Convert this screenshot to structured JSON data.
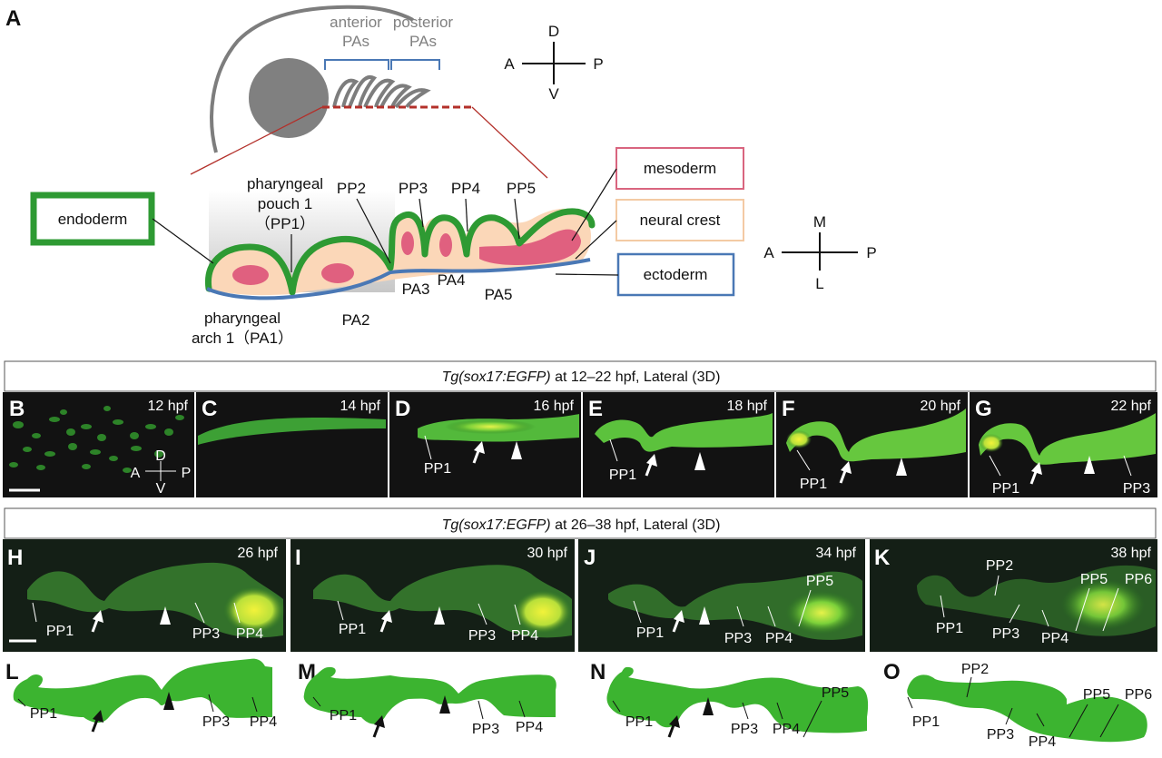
{
  "panel_a": {
    "letter": "A",
    "anterior_label": [
      "anterior",
      "PAs"
    ],
    "posterior_label": [
      "posterior",
      "PAs"
    ],
    "axes_top": {
      "d": "D",
      "v": "V",
      "a": "A",
      "p": "P"
    },
    "axes_mid": {
      "m": "M",
      "l": "L",
      "a": "A",
      "p": "P"
    },
    "boxes": {
      "endoderm": "endoderm",
      "mesoderm": "mesoderm",
      "neural_crest": "neural crest",
      "ectoderm": "ectoderm"
    },
    "pouch1": [
      "pharyngeal",
      "pouch  1",
      "（PP1）"
    ],
    "arch1": [
      "pharyngeal",
      "arch 1（PA1）"
    ],
    "pouch_labels": [
      "PP2",
      "PP3",
      "PP4",
      "PP5"
    ],
    "arch_labels": [
      "PA2",
      "PA3",
      "PA4",
      "PA5"
    ],
    "colors": {
      "endoderm": "#2e9a33",
      "mesoderm": "#e0607f",
      "neural_crest": "#fbd7b8",
      "ectoderm": "#4a78b5",
      "head": "#7d7d7d",
      "eye": "#808080"
    }
  },
  "banner1": {
    "italic": "Tg(sox17:EGFP)",
    "rest": " at 12–22 hpf, Lateral (3D)"
  },
  "banner2": {
    "italic": "Tg(sox17:EGFP)",
    "rest": " at 26–38 hpf, Lateral (3D)"
  },
  "row1": [
    {
      "letter": "B",
      "time": "12 hpf",
      "labels": []
    },
    {
      "letter": "C",
      "time": "14 hpf",
      "labels": []
    },
    {
      "letter": "D",
      "time": "16 hpf",
      "labels": [
        "PP1"
      ]
    },
    {
      "letter": "E",
      "time": "18 hpf",
      "labels": [
        "PP1"
      ]
    },
    {
      "letter": "F",
      "time": "20 hpf",
      "labels": [
        "PP1"
      ]
    },
    {
      "letter": "G",
      "time": "22 hpf",
      "labels": [
        "PP1",
        "PP3"
      ]
    }
  ],
  "row1_axes": {
    "d": "D",
    "v": "V",
    "a": "A",
    "p": "P"
  },
  "row2": [
    {
      "letter": "H",
      "time": "26 hpf",
      "labels": [
        "PP1",
        "PP3",
        "PP4"
      ]
    },
    {
      "letter": "I",
      "time": "30 hpf",
      "labels": [
        "PP1",
        "PP3",
        "PP4"
      ]
    },
    {
      "letter": "J",
      "time": "34 hpf",
      "labels": [
        "PP1",
        "PP3",
        "PP4",
        "PP5"
      ]
    },
    {
      "letter": "K",
      "time": "38 hpf",
      "labels": [
        "PP1",
        "PP2",
        "PP3",
        "PP4",
        "PP5",
        "PP6"
      ]
    }
  ],
  "row3": [
    {
      "letter": "L",
      "labels": [
        "PP1",
        "PP3",
        "PP4"
      ]
    },
    {
      "letter": "M",
      "labels": [
        "PP1",
        "PP3",
        "PP4"
      ]
    },
    {
      "letter": "N",
      "labels": [
        "PP1",
        "PP3",
        "PP4",
        "PP5"
      ]
    },
    {
      "letter": "O",
      "labels": [
        "PP1",
        "PP2",
        "PP3",
        "PP4",
        "PP5",
        "PP6"
      ]
    }
  ]
}
